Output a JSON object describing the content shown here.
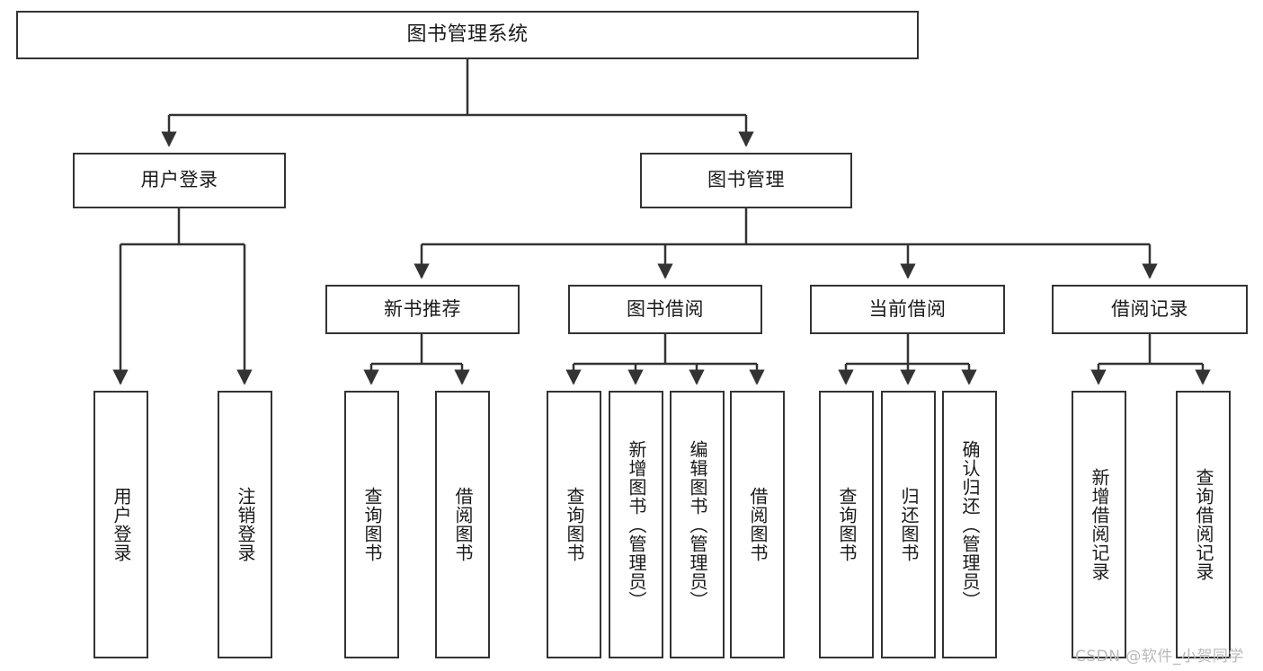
{
  "diagram": {
    "title": "图书管理系统",
    "type": "tree",
    "orientation": "top-down",
    "edge_color": "#333333",
    "box_border_color": "#333333",
    "box_fill_color": "#ffffff",
    "text_color": "#1a1a1a"
  },
  "nodes": {
    "root": {
      "label": "图书管理系统"
    },
    "level2": [
      {
        "id": "user-login",
        "label": "用户登录"
      },
      {
        "id": "book-manage",
        "label": "图书管理"
      }
    ],
    "level3": [
      {
        "id": "new-book-recommend",
        "label": "新书推荐"
      },
      {
        "id": "book-borrow",
        "label": "图书借阅"
      },
      {
        "id": "current-borrow",
        "label": "当前借阅"
      },
      {
        "id": "borrow-record",
        "label": "借阅记录"
      }
    ],
    "leaves": {
      "user-login": [
        {
          "id": "leaf-user-login",
          "label": "用户登录"
        },
        {
          "id": "leaf-logout-login",
          "label": "注销登录"
        }
      ],
      "new-book-recommend": [
        {
          "id": "leaf-query-book-1",
          "label": "查询图书"
        },
        {
          "id": "leaf-borrow-book-1",
          "label": "借阅图书"
        }
      ],
      "book-borrow": [
        {
          "id": "leaf-query-book-2",
          "label": "查询图书"
        },
        {
          "id": "leaf-add-book",
          "label": "新增图书（管理员）"
        },
        {
          "id": "leaf-edit-book",
          "label": "编辑图书（管理员）"
        },
        {
          "id": "leaf-borrow-book-2",
          "label": "借阅图书"
        }
      ],
      "current-borrow": [
        {
          "id": "leaf-query-book-3",
          "label": "查询图书"
        },
        {
          "id": "leaf-return-book",
          "label": "归还图书"
        },
        {
          "id": "leaf-confirm-return",
          "label": "确认归还（管理员）"
        }
      ],
      "borrow-record": [
        {
          "id": "leaf-add-record",
          "label": "新增借阅记录"
        },
        {
          "id": "leaf-query-record",
          "label": "查询借阅记录"
        }
      ]
    }
  },
  "watermark": {
    "text": "CSDN @软件_小贺同学",
    "color": "#b9b9b9"
  }
}
